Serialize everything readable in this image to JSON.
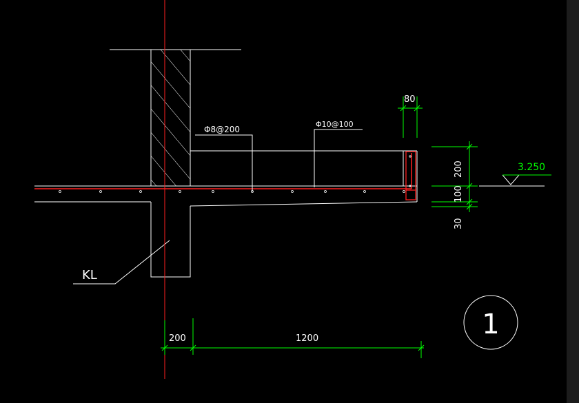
{
  "colors": {
    "background": "#000000",
    "outline": "#ffffff",
    "dimension": "#00ff00",
    "axis": "#ff2020",
    "rebar": "#ff2020",
    "label": "#ffffff",
    "elevation_text": "#00ff00"
  },
  "labels": {
    "beam_label": "KL",
    "rebar_top_left": "Φ8@200",
    "rebar_top_right": "Φ10@100",
    "elevation": "3.250",
    "detail_number": "1"
  },
  "dimensions": {
    "top_width": "80",
    "right_height_upper": "200",
    "right_height_lower": "100",
    "right_height_bottom": "30",
    "bottom_left": "200",
    "bottom_right": "1200"
  }
}
